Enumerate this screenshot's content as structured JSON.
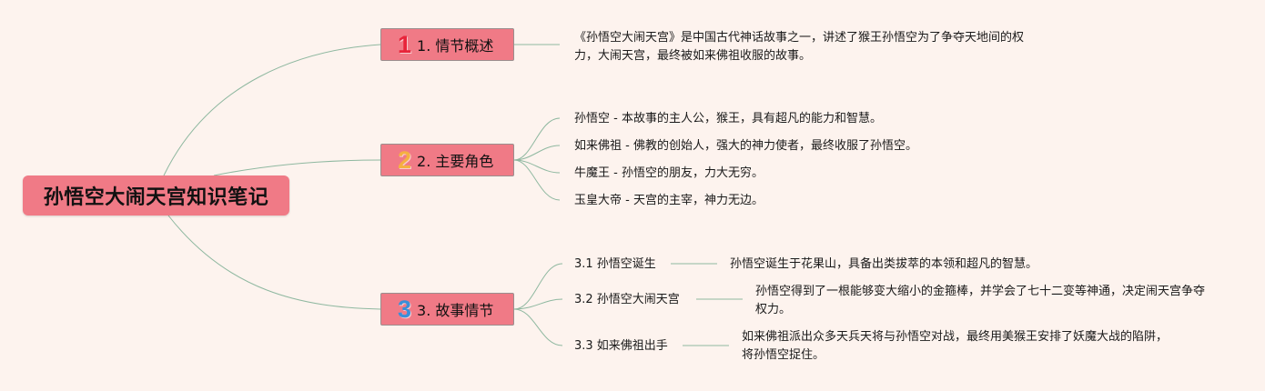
{
  "root": {
    "title": "孙悟空大闹天宫知识笔记"
  },
  "branches": [
    {
      "number": "1",
      "number_color": "#e8243a",
      "label": "1. 情节概述",
      "summary": "《孙悟空大闹天宫》是中国古代神话故事之一，讲述了猴王孙悟空为了争夺天地间的权力，大闹天宫，最终被如来佛祖收服的故事。"
    },
    {
      "number": "2",
      "number_color": "#f5b041",
      "label": "2. 主要角色",
      "characters": [
        "孙悟空 - 本故事的主人公，猴王，具有超凡的能力和智慧。",
        "如来佛祖 - 佛教的创始人，强大的神力使者，最终收服了孙悟空。",
        "牛魔王 - 孙悟空的朋友，力大无穷。",
        "玉皇大帝 - 天宫的主宰，神力无边。"
      ]
    },
    {
      "number": "3",
      "number_color": "#3a8fd9",
      "label": "3. 故事情节",
      "plots": [
        {
          "title": "3.1 孙悟空诞生",
          "detail": "孙悟空诞生于花果山，具备出类拔萃的本领和超凡的智慧。"
        },
        {
          "title": "3.2 孙悟空大闹天宫",
          "detail": "孙悟空得到了一根能够变大缩小的金箍棒，并学会了七十二变等神通，决定闹天宫争夺权力。"
        },
        {
          "title": "3.3 如来佛祖出手",
          "detail": "如来佛祖派出众多天兵天将与孙悟空对战，最终用美猴王安排了妖魔大战的陷阱，将孙悟空捉住。"
        }
      ]
    }
  ]
}
